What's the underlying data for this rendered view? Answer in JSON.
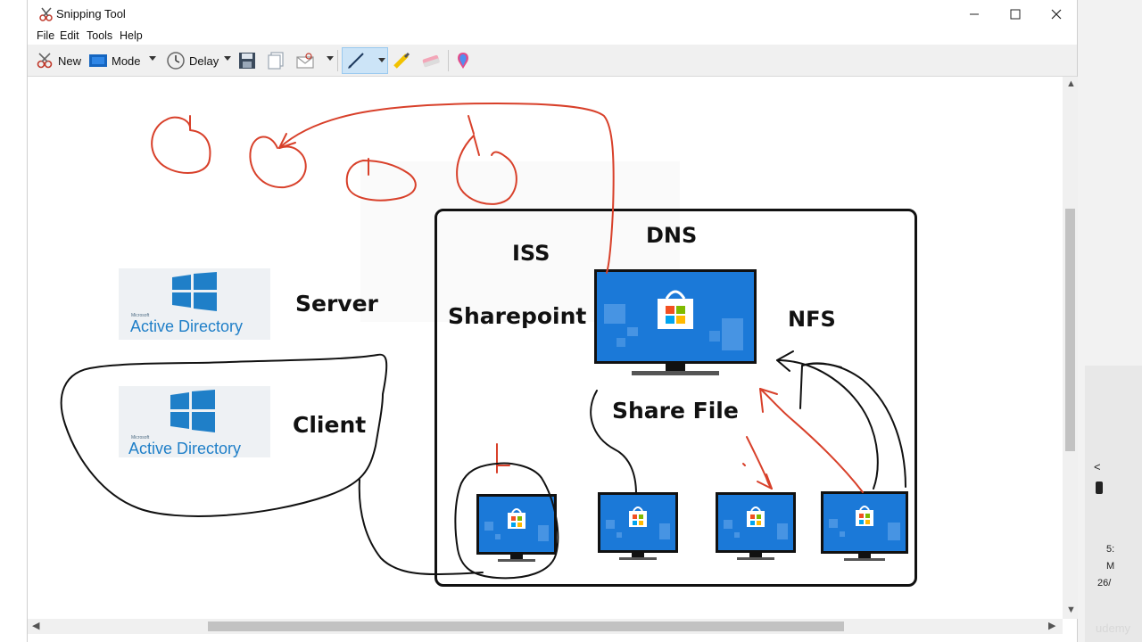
{
  "window": {
    "title": "Snipping Tool"
  },
  "menu": [
    "File",
    "Edit",
    "Tools",
    "Help"
  ],
  "toolbar": {
    "new_label": "New",
    "mode_label": "Mode",
    "delay_label": "Delay"
  },
  "canvas": {
    "ad_ms_text": "Microsoft",
    "ad_tiles": [
      "Active Directory",
      "Active Directory"
    ],
    "labels": {
      "server": "Server",
      "client": "Client",
      "iss": "ISS",
      "dns": "DNS",
      "sharepoint": "Sharepoint",
      "nfs": "NFS",
      "share_file": "Share File"
    }
  },
  "side": {
    "time": "5:",
    "month": "M",
    "date": "26/",
    "chevron": "<"
  },
  "watermark": "udemy",
  "colors": {
    "accent": "#1b79d8",
    "ink_red": "#d8402a",
    "ink_black": "#111111",
    "ad_blue": "#1f7fc8"
  }
}
